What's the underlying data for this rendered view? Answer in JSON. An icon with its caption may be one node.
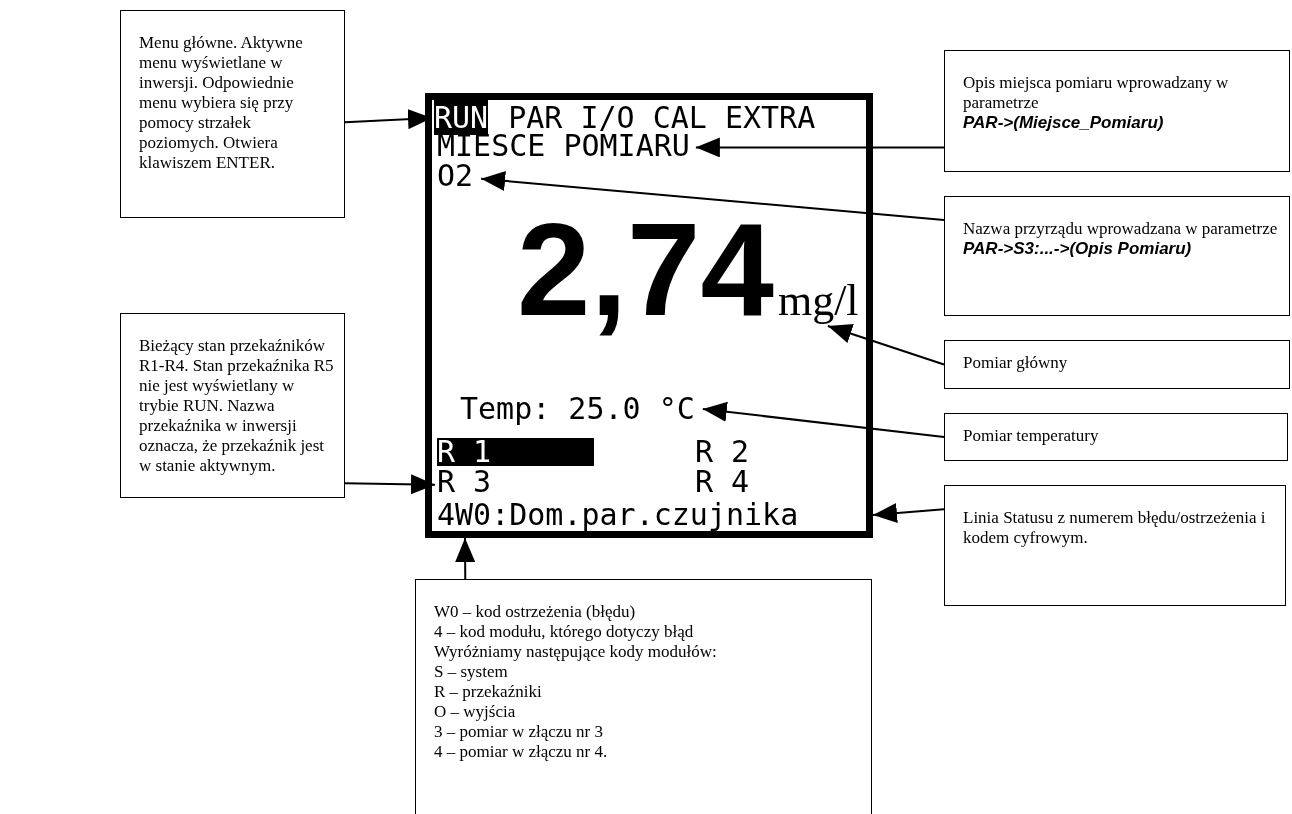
{
  "diagram": {
    "nodes": [
      {
        "text": [],
        "shape": "box"
      },
      {
        "text": [
          "RUN",
          "PAR I/O CAL EXTRA"
        ],
        "in": 0
      },
      {
        "text": [
          "MIESCE POMIARU"
        ],
        "in": 0
      },
      {
        "text": [
          "O2"
        ],
        "in": 0
      },
      {
        "text": [
          "2,74",
          "mg/l"
        ],
        "in": 0
      },
      {
        "text": [
          "Temp: 25.0 °C"
        ],
        "in": 0
      },
      {
        "text": [
          "R 1",
          "R 2",
          "R 3",
          "R 4"
        ],
        "in": 0
      },
      {
        "text": [
          "4W0:Dom.par.czujnika"
        ],
        "in": 0
      },
      {
        "text": [
          "Menu główne. Aktywne menu wyświetlane w inwersji. Odpowiednie menu wybiera się przy pomocy strzałek poziomych. Otwiera klawiszem ENTER."
        ]
      },
      {
        "text": [
          "Bieżący stan  przekaźników R1-R4. Stan przekaźnika R5 nie jest wyświetlany w trybie RUN. Nazwa przekaźnika w inwersji oznacza, że przekaźnik jest w stanie aktywnym."
        ]
      },
      {
        "text": [
          "Opis miejsca pomiaru wprowadzany w parametrze",
          "PAR->(Miejsce_Pomiaru)"
        ]
      },
      {
        "text": [
          "Nazwa przyrządu wprowadzana w parametrze",
          "PAR->S3:...->(Opis Pomiaru)"
        ]
      },
      {
        "text": [
          "Pomiar główny"
        ]
      },
      {
        "text": [
          "Pomiar temperatury"
        ]
      },
      {
        "text": [
          "Linia Statusu z numerem błędu/ostrzeżenia i kodem cyfrowym."
        ]
      },
      {
        "text": [
          "W0 – kod ostrzeżenia (błędu)",
          "4 – kod modułu, którego dotyczy błąd",
          "Wyróżniamy następujące kody modułów:",
          "S – system",
          "R – przekaźniki",
          "O – wyjścia",
          "3 – pomiar w złączu nr 3",
          "4 – pomiar w złączu nr 4."
        ]
      }
    ],
    "edges": [
      {
        "from": 8,
        "to": 1,
        "arrow": "to"
      },
      {
        "from": 9,
        "to": 6,
        "arrow": "to"
      },
      {
        "from": 10,
        "to": 2,
        "arrow": "to"
      },
      {
        "from": 11,
        "to": 3,
        "arrow": "to"
      },
      {
        "from": 12,
        "to": 4,
        "arrow": "to"
      },
      {
        "from": 13,
        "to": 5,
        "arrow": "to"
      },
      {
        "from": 14,
        "to": 7,
        "arrow": "to"
      },
      {
        "from": 15,
        "to": 7,
        "arrow": "to"
      }
    ]
  }
}
